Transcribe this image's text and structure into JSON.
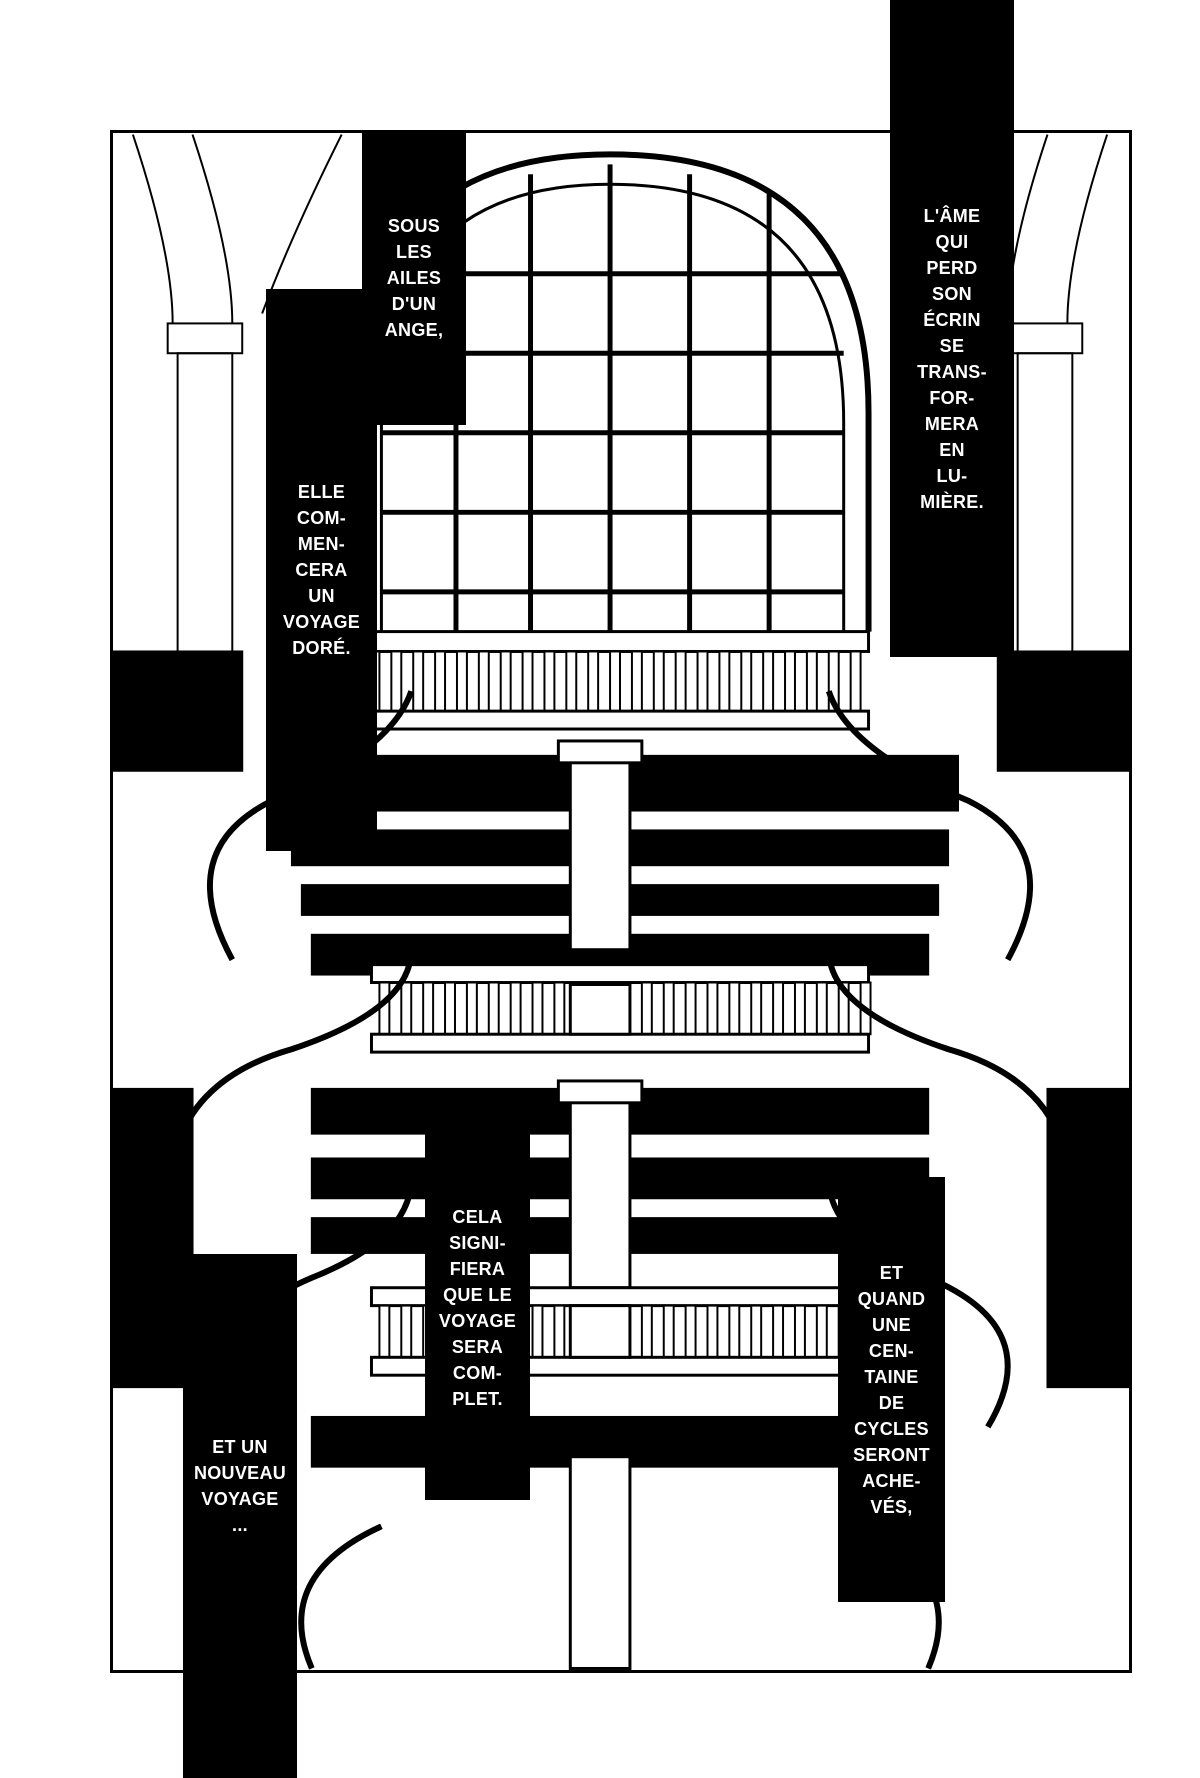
{
  "captions": [
    {
      "id": "sous-les-ailes",
      "text": "SOUS\nLES\nAILES\nD'UN\nANGE,"
    },
    {
      "id": "elle-commencera",
      "text": "ELLE\nCOM-\nMEN-\nCERA\nUN\nVOYAGE\nDORÉ."
    },
    {
      "id": "l-ame-qui-perd",
      "text": "L'ÂME\nQUI\nPERD\nSON\nÉCRIN\nSE\nTRANS-\nFOR-\nMERA\nEN\nLU-\nMIÈRE."
    },
    {
      "id": "cela-signifiera",
      "text": "CELA\nSIGNI-\nFIERA\nQUE LE\nVOYAGE\nSERA\nCOM-\nPLET."
    },
    {
      "id": "et-quand",
      "text": "ET\nQUAND\nUNE\nCEN-\nTAINE\nDE\nCYCLES\nSERONT\nACHE-\nVÉS,"
    },
    {
      "id": "et-un-nouveau",
      "text": "ET UN\nNOUVEAU\nVOYAGE\n..."
    }
  ]
}
